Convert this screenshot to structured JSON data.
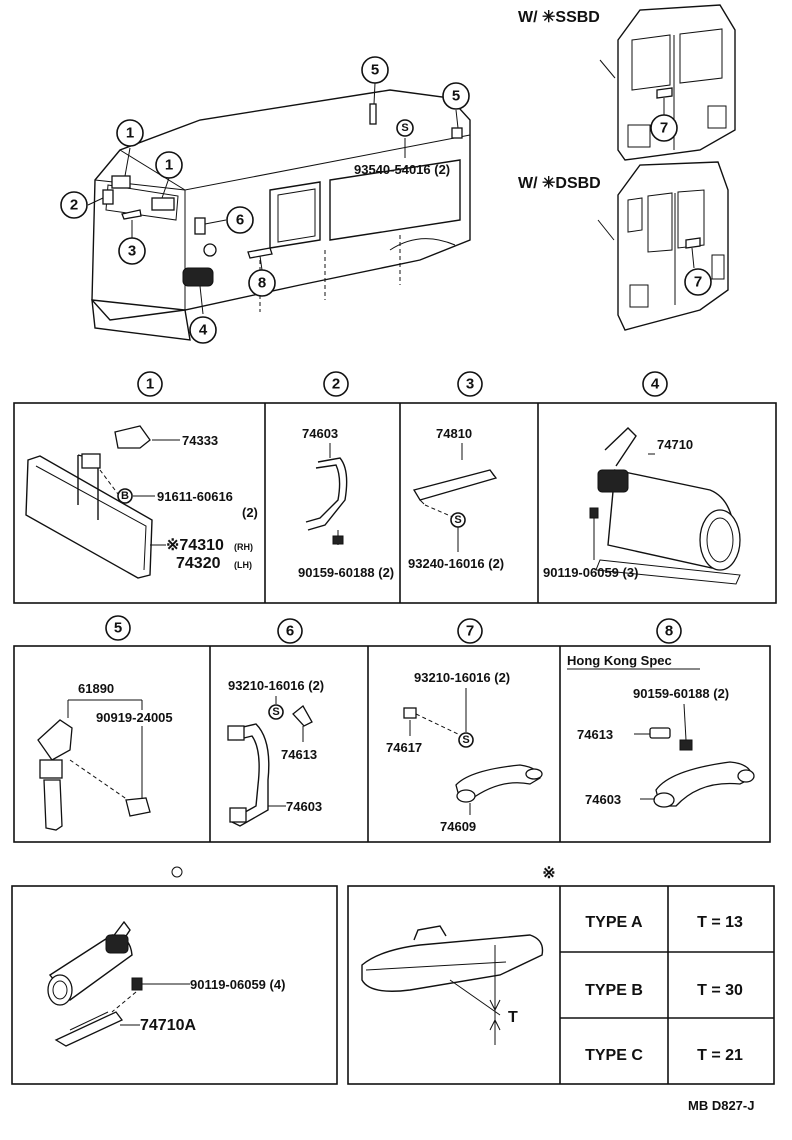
{
  "overview": {
    "variant_ssbd": "W/ ✳SSBD",
    "variant_dsbd": "W/ ✳DSBD",
    "callout_5_part": "93540-54016 (2)"
  },
  "callouts": {
    "c1": "1",
    "c2": "2",
    "c3": "3",
    "c4": "4",
    "c5": "5",
    "c6": "6",
    "c7": "7",
    "c8": "8"
  },
  "group1": {
    "header": "1",
    "p1": "74333",
    "p2": "91611-60616",
    "p2_qty": "(2)",
    "p3": "※74310",
    "p3_side": "(RH)",
    "p4": "74320",
    "p4_side": "(LH)",
    "screw_badge": "B"
  },
  "group2": {
    "header": "2",
    "p1": "74603",
    "p2": "90159-60188 (2)"
  },
  "group3": {
    "header": "3",
    "p1": "74810",
    "p2": "93240-16016 (2)",
    "badge": "S"
  },
  "group4": {
    "header": "4",
    "p1": "74710",
    "p2": "90119-06059 (3)"
  },
  "group5": {
    "header": "5",
    "p1": "61890",
    "p2": "90919-24005"
  },
  "group6": {
    "header": "6",
    "p1": "93210-16016 (2)",
    "p2": "74613",
    "p3": "74603",
    "badge": "S"
  },
  "group7": {
    "header": "7",
    "p1": "93210-16016 (2)",
    "p2": "74617",
    "p3": "74609",
    "badge": "S"
  },
  "group8": {
    "header": "8",
    "spec": "Hong Kong Spec",
    "p1": "90159-60188 (2)",
    "p2": "74613",
    "p3": "74603"
  },
  "detail_o": {
    "marker": "o",
    "p1": "90119-06059 (4)",
    "p2": "74710A"
  },
  "detail_star": {
    "marker": "※",
    "dim": "T",
    "table": [
      {
        "type": "TYPE A",
        "value": "T = 13"
      },
      {
        "type": "TYPE B",
        "value": "T = 30"
      },
      {
        "type": "TYPE C",
        "value": "T = 21"
      }
    ]
  },
  "footer_code": "MB D827-J"
}
